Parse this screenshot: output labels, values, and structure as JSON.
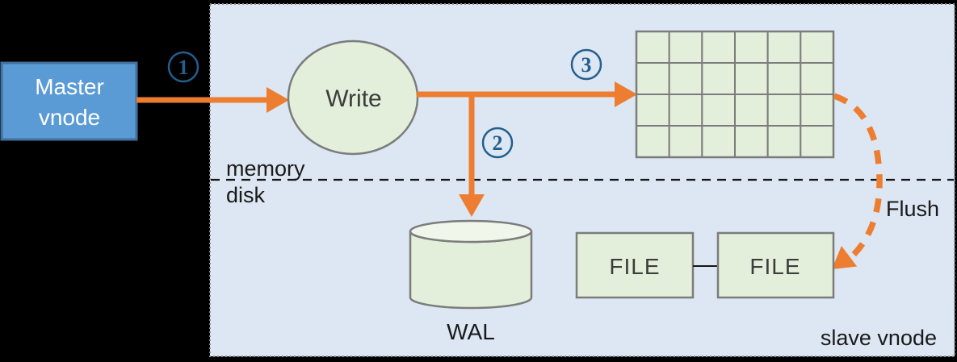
{
  "nodes": {
    "master": {
      "line1": "Master",
      "line2": "vnode"
    },
    "write": {
      "label": "Write"
    },
    "wal": {
      "label": "WAL"
    },
    "file_left": {
      "label": "FILE"
    },
    "file_right": {
      "label": "FILE"
    }
  },
  "labels": {
    "memory": "memory",
    "disk": "disk",
    "flush": "Flush",
    "slave_vnode": "slave vnode"
  },
  "steps": [
    {
      "num": "1"
    },
    {
      "num": "2"
    },
    {
      "num": "3"
    }
  ],
  "memtable": {
    "rows": 4,
    "cols": 6
  },
  "colors": {
    "canvas_bg": "#000000",
    "container_bg": "#dce7f3",
    "container_border": "#8c8c8c",
    "arrow_orange": "#ed7d31",
    "node_green": "#e3efda",
    "node_green_light": "#f0f6ea",
    "node_border_gray": "#7c7c7c",
    "master_blue": "#5b9bd5",
    "master_border": "#41719c",
    "step_blue": "#235e8c",
    "text_dark": "#3c3c3c",
    "ink": "#1a1a1a"
  }
}
